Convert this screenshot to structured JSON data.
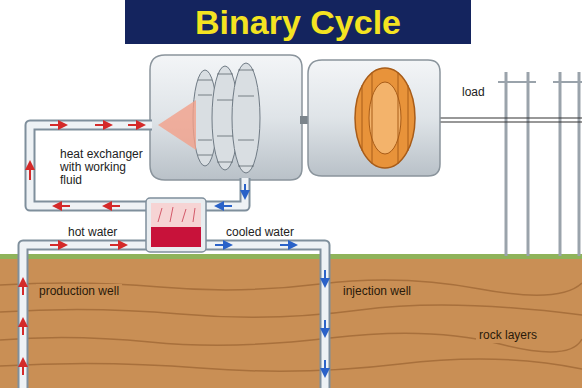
{
  "diagram": {
    "title": "Binary Cycle",
    "labels": [
      "load",
      "heat exchanger with working fluid",
      "hot water",
      "cooled water",
      "production well",
      "injection well",
      "rock layers"
    ]
  }
}
